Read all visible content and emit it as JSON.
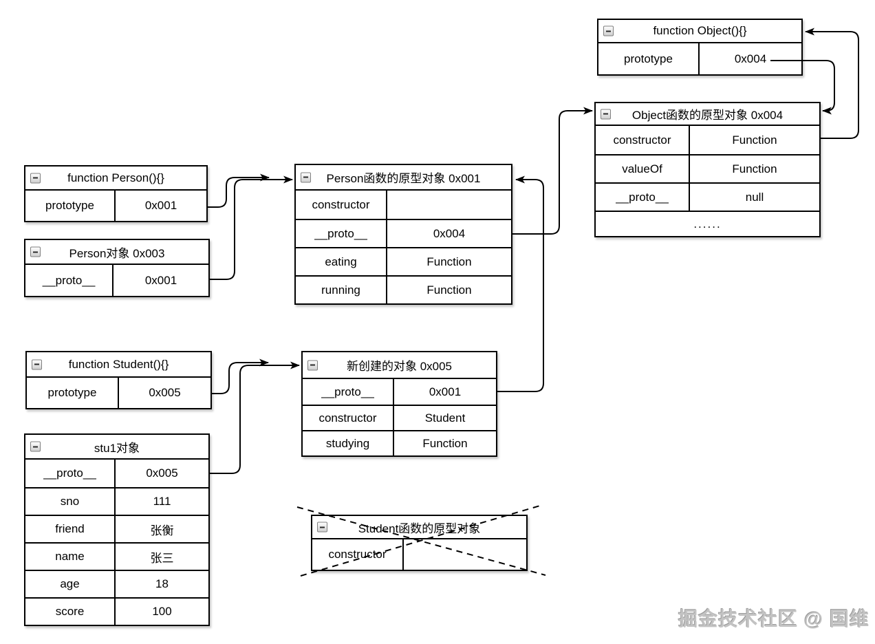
{
  "watermark": "掘金技术社区 @ 国维",
  "colors": {
    "line": "#000000",
    "box_border": "#000000",
    "background": "#ffffff",
    "watermark": "#c3c3c3"
  },
  "boxes": {
    "function_object": {
      "title": "function Object(){}",
      "rows": [
        {
          "key": "prototype",
          "value": "0x004"
        }
      ]
    },
    "object_prototype": {
      "title": "Object函数的原型对象 0x004",
      "ellipsis": "......",
      "rows": [
        {
          "key": "constructor",
          "value": "Function"
        },
        {
          "key": "valueOf",
          "value": "Function"
        },
        {
          "key": "__proto__",
          "value": "null"
        }
      ]
    },
    "function_person": {
      "title": "function Person(){}",
      "rows": [
        {
          "key": "prototype",
          "value": "0x001"
        }
      ]
    },
    "person_object": {
      "title": "Person对象 0x003",
      "rows": [
        {
          "key": "__proto__",
          "value": "0x001"
        }
      ]
    },
    "person_prototype": {
      "title": "Person函数的原型对象 0x001",
      "rows": [
        {
          "key": "constructor",
          "value": ""
        },
        {
          "key": "__proto__",
          "value": "0x004"
        },
        {
          "key": "eating",
          "value": "Function"
        },
        {
          "key": "running",
          "value": "Function"
        }
      ]
    },
    "function_student": {
      "title": "function Student(){}",
      "rows": [
        {
          "key": "prototype",
          "value": "0x005"
        }
      ]
    },
    "new_object": {
      "title": "新创建的对象 0x005",
      "rows": [
        {
          "key": "__proto__",
          "value": "0x001"
        },
        {
          "key": "constructor",
          "value": "Student"
        },
        {
          "key": "studying",
          "value": "Function"
        }
      ]
    },
    "stu1_object": {
      "title": "stu1对象",
      "rows": [
        {
          "key": "__proto__",
          "value": "0x005"
        },
        {
          "key": "sno",
          "value": "111"
        },
        {
          "key": "friend",
          "value": "张衡"
        },
        {
          "key": "name",
          "value": "张三"
        },
        {
          "key": "age",
          "value": "18"
        },
        {
          "key": "score",
          "value": "100"
        }
      ]
    },
    "student_prototype": {
      "title": "Student函数的原型对象",
      "rows": [
        {
          "key": "constructor",
          "value": ""
        }
      ]
    }
  },
  "connections": [
    {
      "from": "function_person.prototype",
      "to": "person_prototype"
    },
    {
      "from": "person_object.__proto__",
      "to": "person_prototype"
    },
    {
      "from": "function_student.prototype",
      "to": "new_object"
    },
    {
      "from": "stu1_object.__proto__",
      "to": "new_object"
    },
    {
      "from": "person_prototype.__proto__",
      "to": "object_prototype"
    },
    {
      "from": "new_object.__proto__",
      "to": "person_prototype"
    },
    {
      "from": "function_object.prototype",
      "to": "object_prototype"
    },
    {
      "from": "object_prototype.constructor",
      "to": "function_object"
    }
  ]
}
